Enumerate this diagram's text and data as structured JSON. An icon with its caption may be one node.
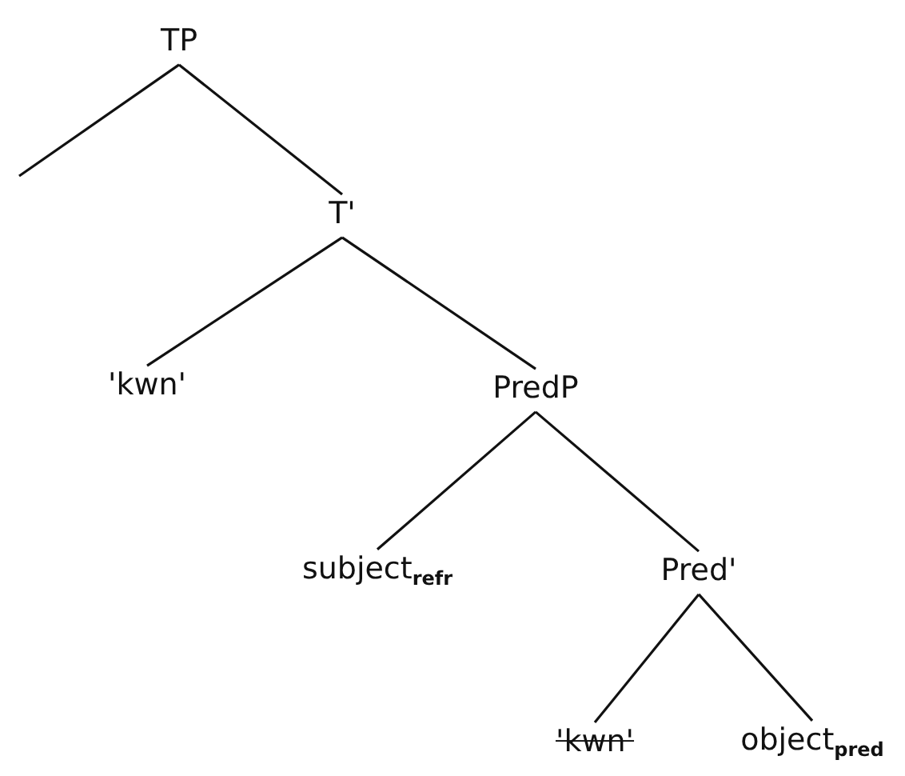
{
  "diagram": {
    "nodes": [
      {
        "text": [
          "TP"
        ]
      },
      {
        "text": [
          "T'"
        ]
      },
      {
        "text": [
          "'kwn'"
        ]
      },
      {
        "text": [
          "PredP"
        ]
      },
      {
        "text": [
          "subject$_{refr}$"
        ]
      },
      {
        "text": [
          "Pred'"
        ]
      },
      {
        "text": [
          "'kwn'"
        ]
      },
      {
        "text": [
          "object$_{pred}$"
        ]
      }
    ],
    "edges": [
      {
        "from": 0,
        "to": null,
        "arrow": "none"
      },
      {
        "from": 0,
        "to": 1,
        "arrow": "none"
      },
      {
        "from": 1,
        "to": 2,
        "arrow": "none"
      },
      {
        "from": 1,
        "to": 3,
        "arrow": "none"
      },
      {
        "from": 3,
        "to": 4,
        "arrow": "none"
      },
      {
        "from": 3,
        "to": 5,
        "arrow": "none"
      },
      {
        "from": 5,
        "to": 6,
        "arrow": "none"
      },
      {
        "from": 5,
        "to": 7,
        "arrow": "none"
      }
    ]
  }
}
